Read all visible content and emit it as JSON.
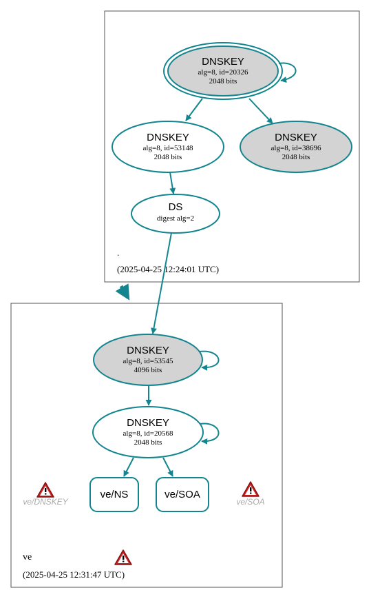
{
  "colors": {
    "edge": "#12858f",
    "node_fill_gray": "#d3d3d3",
    "node_fill_white": "#ffffff",
    "box_stroke": "#555555",
    "warning_red": "#cc2222",
    "muted_text": "#aaaaaa"
  },
  "zones": {
    "root": {
      "label": ".",
      "timestamp": "(2025-04-25 12:24:01 UTC)"
    },
    "ve": {
      "label": "ve",
      "timestamp": "(2025-04-25 12:31:47 UTC)"
    }
  },
  "nodes": {
    "root_ksk": {
      "title": "DNSKEY",
      "detail1": "alg=8, id=20326",
      "detail2": "2048 bits"
    },
    "root_zsk1": {
      "title": "DNSKEY",
      "detail1": "alg=8, id=53148",
      "detail2": "2048 bits"
    },
    "root_zsk2": {
      "title": "DNSKEY",
      "detail1": "alg=8, id=38696",
      "detail2": "2048 bits"
    },
    "ds": {
      "title": "DS",
      "detail1": "digest alg=2"
    },
    "ve_ksk": {
      "title": "DNSKEY",
      "detail1": "alg=8, id=53545",
      "detail2": "4096 bits"
    },
    "ve_zsk": {
      "title": "DNSKEY",
      "detail1": "alg=8, id=20568",
      "detail2": "2048 bits"
    },
    "ve_ns": {
      "label": "ve/NS"
    },
    "ve_soa": {
      "label": "ve/SOA"
    }
  },
  "warnings": {
    "dnskey_label": "ve/DNSKEY",
    "soa_label": "ve/SOA",
    "zone_warning_icon": "warning-triangle-icon"
  }
}
